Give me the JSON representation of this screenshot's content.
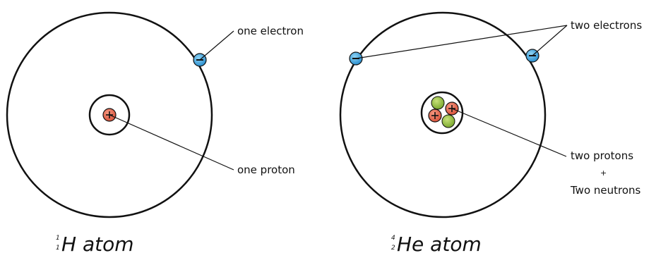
{
  "hydrogen": {
    "electron_label": "one electron",
    "proton_label": "one proton",
    "mass_number": "1",
    "atomic_number": "1",
    "name": "H atom"
  },
  "helium": {
    "electron_label": "two electrons",
    "nucleus_label_line1": "two protons",
    "nucleus_label_plus": "+",
    "nucleus_label_line2": "Two neutrons",
    "mass_number": "4",
    "atomic_number": "2",
    "name": "He atom"
  },
  "colors": {
    "electron": "#3aa0d8",
    "proton": "#e8674f",
    "neutron": "#8cb83a",
    "line": "#111111"
  }
}
